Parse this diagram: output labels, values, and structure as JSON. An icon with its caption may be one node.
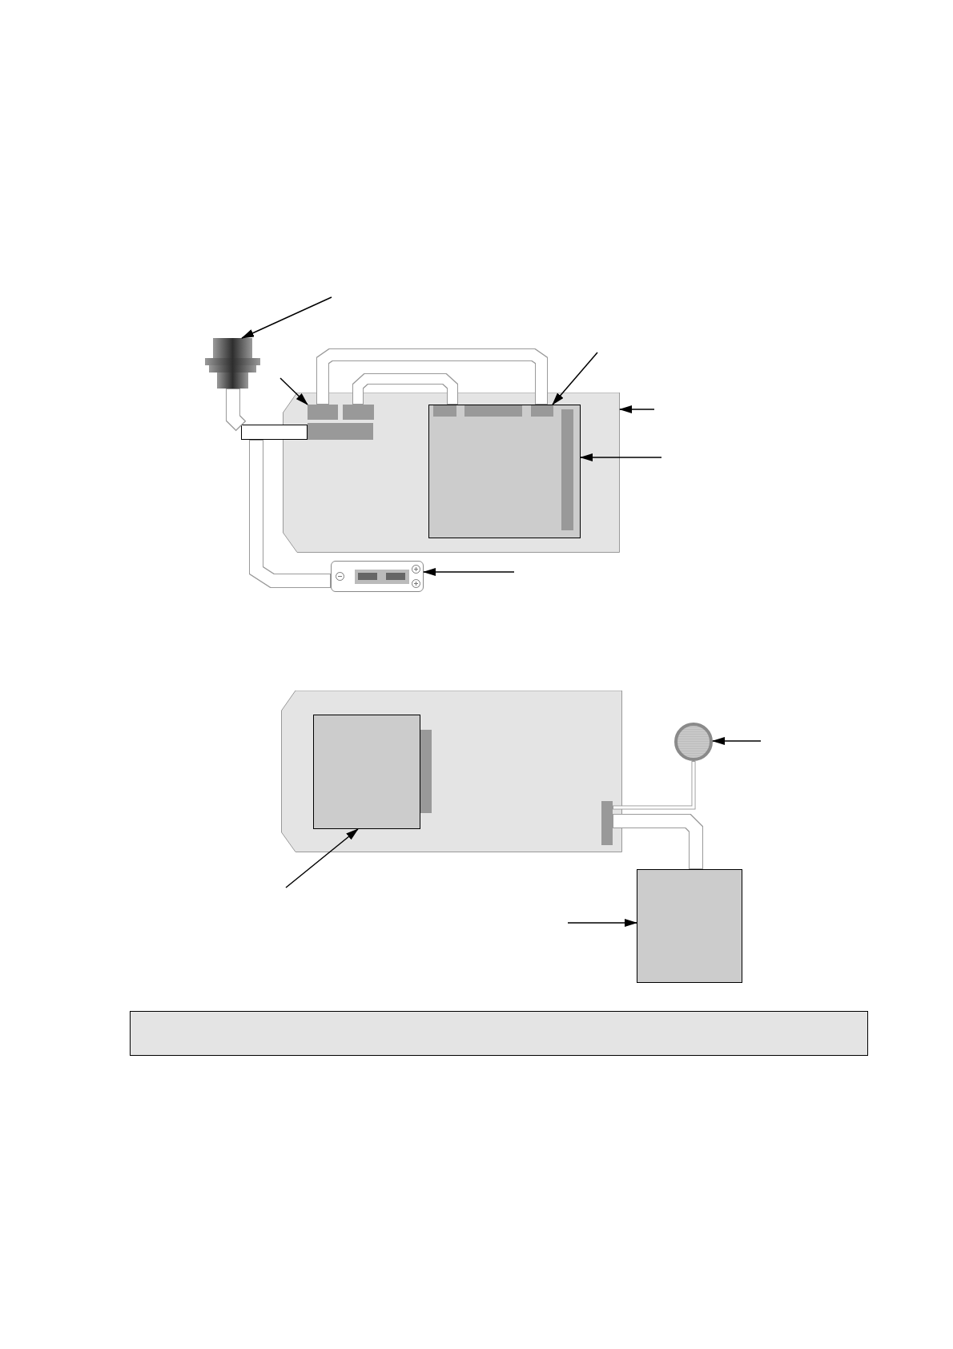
{
  "diagram": {
    "nodes": [
      {
        "text": [],
        "shape": "cylinder"
      },
      {
        "text": [],
        "shape": "box"
      },
      {
        "text": [],
        "shape": "box",
        "in": 1
      },
      {
        "text": [],
        "shape": "box",
        "in": 1
      },
      {
        "text": [],
        "shape": "box",
        "in": 1
      },
      {
        "text": [],
        "shape": "box",
        "in": 1
      },
      {
        "text": [],
        "shape": "box",
        "in": 5
      },
      {
        "text": [],
        "shape": "box",
        "in": 5
      },
      {
        "text": [],
        "shape": "box",
        "in": 5
      },
      {
        "text": [],
        "shape": "bar",
        "in": 5
      },
      {
        "text": [],
        "shape": "box"
      },
      {
        "text": [],
        "shape": "box"
      },
      {
        "text": [],
        "shape": "box"
      },
      {
        "text": [],
        "shape": "box",
        "in": 12
      },
      {
        "text": [],
        "shape": "bar",
        "in": 12
      },
      {
        "text": [],
        "shape": "bar",
        "in": 12
      },
      {
        "text": [],
        "shape": "circle"
      },
      {
        "text": [],
        "shape": "box"
      }
    ],
    "edges": [
      {
        "from": null,
        "to": 0,
        "arrow": "to"
      },
      {
        "from": null,
        "to": 2,
        "arrow": "to"
      },
      {
        "from": null,
        "to": 8,
        "arrow": "to"
      },
      {
        "from": null,
        "to": 1,
        "arrow": "to"
      },
      {
        "from": null,
        "to": 5,
        "arrow": "to"
      },
      {
        "from": null,
        "to": 11,
        "arrow": "to"
      },
      {
        "from": null,
        "to": 16,
        "arrow": "to"
      },
      {
        "from": null,
        "to": 13,
        "arrow": "to"
      },
      {
        "from": null,
        "to": 17,
        "arrow": "to"
      },
      {
        "from": 2,
        "to": 8,
        "arrow": "none",
        "style": "thick",
        "color": "#9a9a9a"
      },
      {
        "from": 3,
        "to": 6,
        "arrow": "none",
        "style": "thick",
        "color": "#9a9a9a"
      },
      {
        "from": 0,
        "to": 10,
        "arrow": "none",
        "style": "thick",
        "color": "#9a9a9a"
      },
      {
        "from": 10,
        "to": 11,
        "arrow": "none",
        "style": "thick",
        "color": "#9a9a9a"
      },
      {
        "from": 15,
        "to": 16,
        "arrow": "none",
        "style": "thick",
        "color": "#9a9a9a"
      },
      {
        "from": 15,
        "to": 17,
        "arrow": "none",
        "style": "thick",
        "color": "#9a9a9a"
      }
    ]
  }
}
